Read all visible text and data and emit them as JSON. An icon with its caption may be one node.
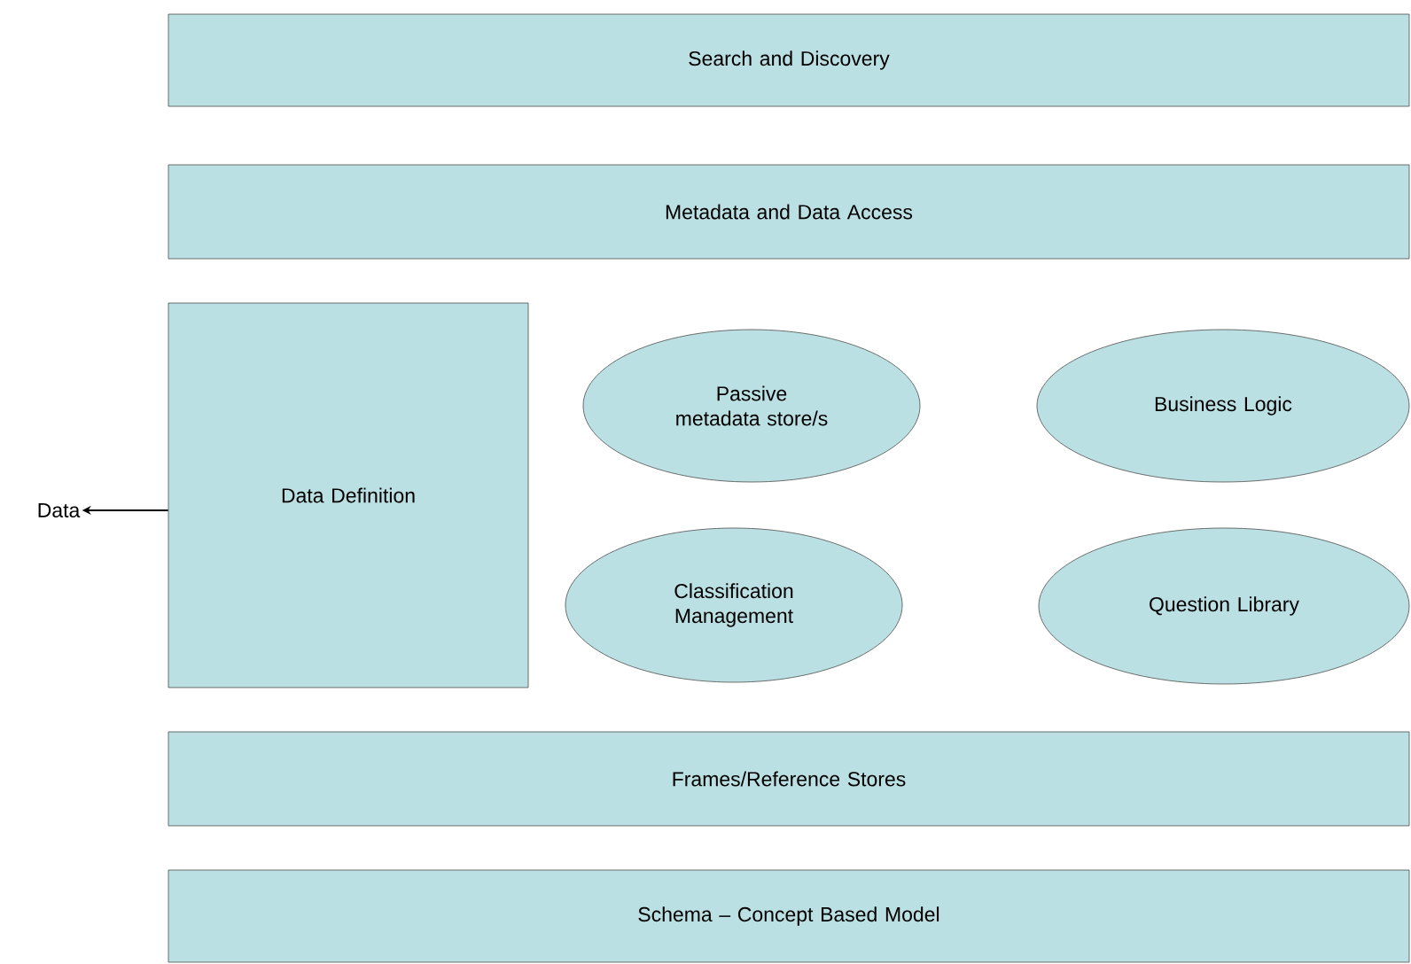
{
  "diagram": {
    "nodes": [
      {
        "text": [
          "Search and Discovery"
        ]
      },
      {
        "text": [
          "Metadata and Data Access"
        ]
      },
      {
        "text": [
          "Data Definition"
        ]
      },
      {
        "text": [
          "Passive metadata store/s"
        ]
      },
      {
        "text": [
          "Business Logic"
        ]
      },
      {
        "text": [
          "Classification Management"
        ]
      },
      {
        "text": [
          "Question Library"
        ]
      },
      {
        "text": [
          "Frames/Reference Stores"
        ]
      },
      {
        "text": [
          "Schema – Concept Based Model"
        ]
      },
      {
        "text": [
          "Data"
        ]
      }
    ],
    "edges": [
      {
        "from": 2,
        "to": 9,
        "arrow": "to"
      }
    ]
  }
}
